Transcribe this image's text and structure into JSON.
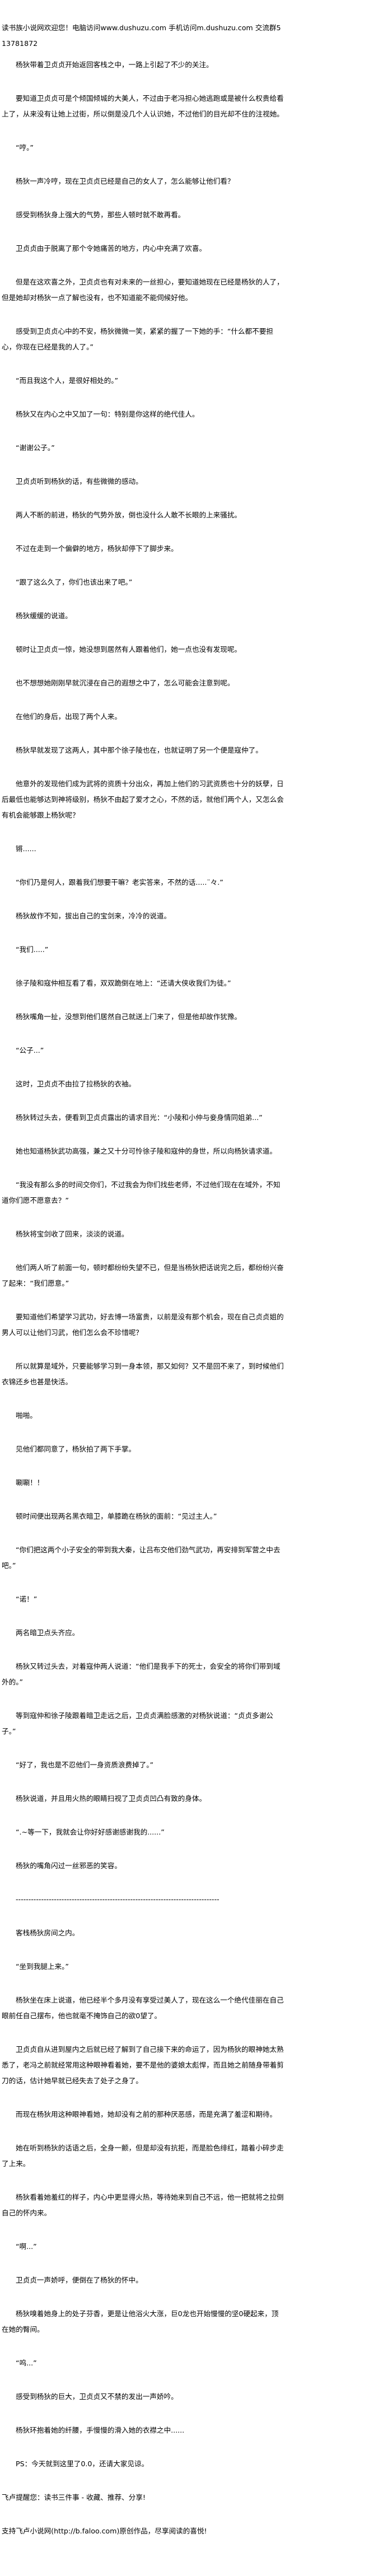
{
  "header": "读书族小说网欢迎您！电脑访问www.dushuzu.com 手机访问m.dushuzu.com 交流群513781872",
  "paragraphs": [
    {
      "text": "杨狄带着卫贞贞开始返回客栈之中，一路上引起了不少的关注。"
    },
    {
      "text": "要知道卫贞贞可是个倾国倾城的大美人，不过由于老冯担心她逃跑或是被什么权贵给看上了，从来没有让她上过街，所以倒是没几个人认识她，不过他们的目光却不住的注视她。"
    },
    {
      "text": "“哼。”"
    },
    {
      "text": "杨狄一声冷哼，现在卫贞贞已经是自己的女人了，怎么能够让他们看？"
    },
    {
      "text": "感受到杨狄身上强大的气势，那些人顿时就不敢再看。"
    },
    {
      "text": "卫贞贞由于脱离了那个令她痛苦的地方，内心中充满了欢喜。"
    },
    {
      "text": "但是在这欢喜之外，卫贞贞也有对未来的一丝担心，要知道她现在已经是杨狄的人了，但是她却对杨狄一点了解也没有，也不知道能不能伺候好他。"
    },
    {
      "text": "感受到卫贞贞心中的不安，杨狄微微一笑，紧紧的握了一下她的手：“什么都不要担心，你现在已经是我的人了。”"
    },
    {
      "text": "“而且我这个人，是很好相处的。”"
    },
    {
      "text": "杨狄又在内心之中又加了一句：特别是你这样的绝代佳人。"
    },
    {
      "text": "“谢谢公子。”"
    },
    {
      "text": "卫贞贞听到杨狄的话，有些微微的感动。"
    },
    {
      "text": "两人不断的前进，杨狄的气势外放，倒也没什么人敢不长眼的上来骚扰。"
    },
    {
      "text": "不过在走到一个偏僻的地方，杨狄却停下了脚步来。"
    },
    {
      "text": "“跟了这么久了，你们也该出来了吧。”"
    },
    {
      "text": "杨狄缓缓的说道。"
    },
    {
      "text": "顿时让卫贞贞一惊，她没想到居然有人跟着他们，她一点也没有发现呢。"
    },
    {
      "text": "也不想想她刚刚早就沉浸在自己的遐想之中了，怎么可能会注意到呢。"
    },
    {
      "text": "在他们的身后，出现了两个人来。"
    },
    {
      "text": "杨狄早就发现了这两人，其中那个徐子陵也在，也就证明了另一个便是寇仲了。"
    },
    {
      "text": "他意外的发现他们成为武将的资质十分出众，再加上他们的习武资质也十分的妖孽，日后最低也能够达到神将级别，杨狄不由起了爱才之心，不然的话，就他们两个人，又怎么会有机会能够跟上杨狄呢？"
    },
    {
      "text": "锵......"
    },
    {
      "text": "“你们乃是何人，跟着我们想要干嘛？老实答来，不然的话.....¨々.”"
    },
    {
      "text": "杨狄故作不知，拔出自己的宝剑来，冷冷的说道。"
    },
    {
      "text": "“我们.....”"
    },
    {
      "text": "徐子陵和寇仲相互看了看，双双跪倒在地上：“还请大侠收我们为徒。”"
    },
    {
      "text": "杨狄嘴角一扯，没想到他们居然自己就送上门来了，但是他却故作犹豫。"
    },
    {
      "text": "“公子...”"
    },
    {
      "text": "这时，卫贞贞不由拉了拉杨狄的衣袖。"
    },
    {
      "text": "杨狄转过头去，便看到卫贞贞露出的请求目光：“小陵和小仲与妾身情同姐弟...”"
    },
    {
      "text": "她也知道杨狄武功高强，兼之又十分可怜徐子陵和寇仲的身世，所以向杨狄请求道。"
    },
    {
      "text": "“我没有那么多的时间交你们，不过我会为你们找些老师，不过他们现在在域外，不知道你们愿不愿意去？”"
    },
    {
      "text": "杨狄将宝剑收了回来，淡淡的说道。"
    },
    {
      "text": "他们两人听了前面一句，顿时都纷纷失望不已，但是当杨狄把话说完之后，都纷纷兴奋了起来：“我们愿意。”"
    },
    {
      "text": "要知道他们希望学习武功，好去博一场富贵，以前是没有那个机会，现在自己贞贞姐的男人可以让他们习武，他们怎么会不珍惜呢？"
    },
    {
      "text": "所以就算是域外，只要能够学习到一身本领，那又如何？又不是回不来了，到时候他们衣锦还乡也甚是快活。"
    },
    {
      "text": "啪啪。"
    },
    {
      "text": "见他们都同意了，杨狄拍了两下手掌。"
    },
    {
      "text": "唰唰！！"
    },
    {
      "text": "顿时间便出现两名黑衣暗卫，单膝跪在杨狄的面前：“见过主人。”"
    },
    {
      "text": "“你们把这两个小子安全的带到我大秦，让吕布交他们劲气武功，再安排到军营之中去吧。”"
    },
    {
      "text": "“诺！”"
    },
    {
      "text": "两名暗卫点头齐应。"
    },
    {
      "text": "杨狄又转过头去，对着寇仲两人说道：“他们是我手下的死士，会安全的将你们带到域外的。”"
    },
    {
      "text": "等到寇仲和徐子陵跟着暗卫走远之后，卫贞贞满脸感激的对杨狄说道：“贞贞多谢公子。”"
    },
    {
      "text": "“好了，我也是不忍他们一身资质浪费掉了。”"
    },
    {
      "text": "杨狄说道，并且用火热的眼睛扫视了卫贞贞凹凸有致的身体。"
    },
    {
      "text": "“.~等一下，我就会让你好好感谢感谢我的......”"
    },
    {
      "text": "杨狄的嘴角闪过一丝邪恶的笑容。"
    },
    {
      "text": "--------------------------------------------------------------------------------",
      "kind": "separator"
    },
    {
      "text": "客栈杨狄房间之内。"
    },
    {
      "text": "“坐到我腿上来。”"
    },
    {
      "text": "杨狄坐在床上说道，他已经半个多月没有享受过美人了，现在这么一个绝代佳丽在自己眼前任自己摆布，他也就毫不掩饰自己的欲0望了。"
    },
    {
      "text": "卫贞贞自从进到屋内之后就已经了解到了自己接下来的命运了，因为杨狄的眼神她太熟悉了，老冯之前就经常用这种眼神看着她，要不是他的婆娘太彪悍，而且她之前随身带着剪刀的话，估计她早就已经失去了处子之身了。"
    },
    {
      "text": "而现在杨狄用这种眼神看她，她却没有之前的那种厌恶感，而是充满了羞涩和期待。"
    },
    {
      "text": "她在听到杨狄的话语之后，全身一颤，但是却没有抗拒，而是脸色绯红，踏着小碎步走了上来。"
    },
    {
      "text": "杨狄看着她羞红的样子，内心中更显得火热，等待她来到自己不远，他一把就将之拉倒自己的怀内来。"
    },
    {
      "text": "“啊...”"
    },
    {
      "text": "卫贞贞一声娇呼，便倒在了杨狄的怀中。"
    },
    {
      "text": "杨狄嗅着她身上的处子芬香，更是让他浴火大涨，巨0龙也开始慢慢的坚0硬起来，顶在她的臀间。"
    },
    {
      "text": "“呜...”"
    },
    {
      "text": "感受到杨狄的巨大，卫贞贞又不禁的发出一声娇吟。"
    },
    {
      "text": "杨狄环抱着她的纤腰，手慢慢的滑入她的衣襟之中......"
    },
    {
      "text": "PS：今天就到这里了0.0，还请大家见谅。"
    }
  ],
  "footer": {
    "reminder": "飞卢提醒您：读书三件事 - 收藏、推荐、分享!",
    "support": "支持飞卢小说网(http://b.faloo.com)原创作品，尽享阅读的喜悦!"
  }
}
